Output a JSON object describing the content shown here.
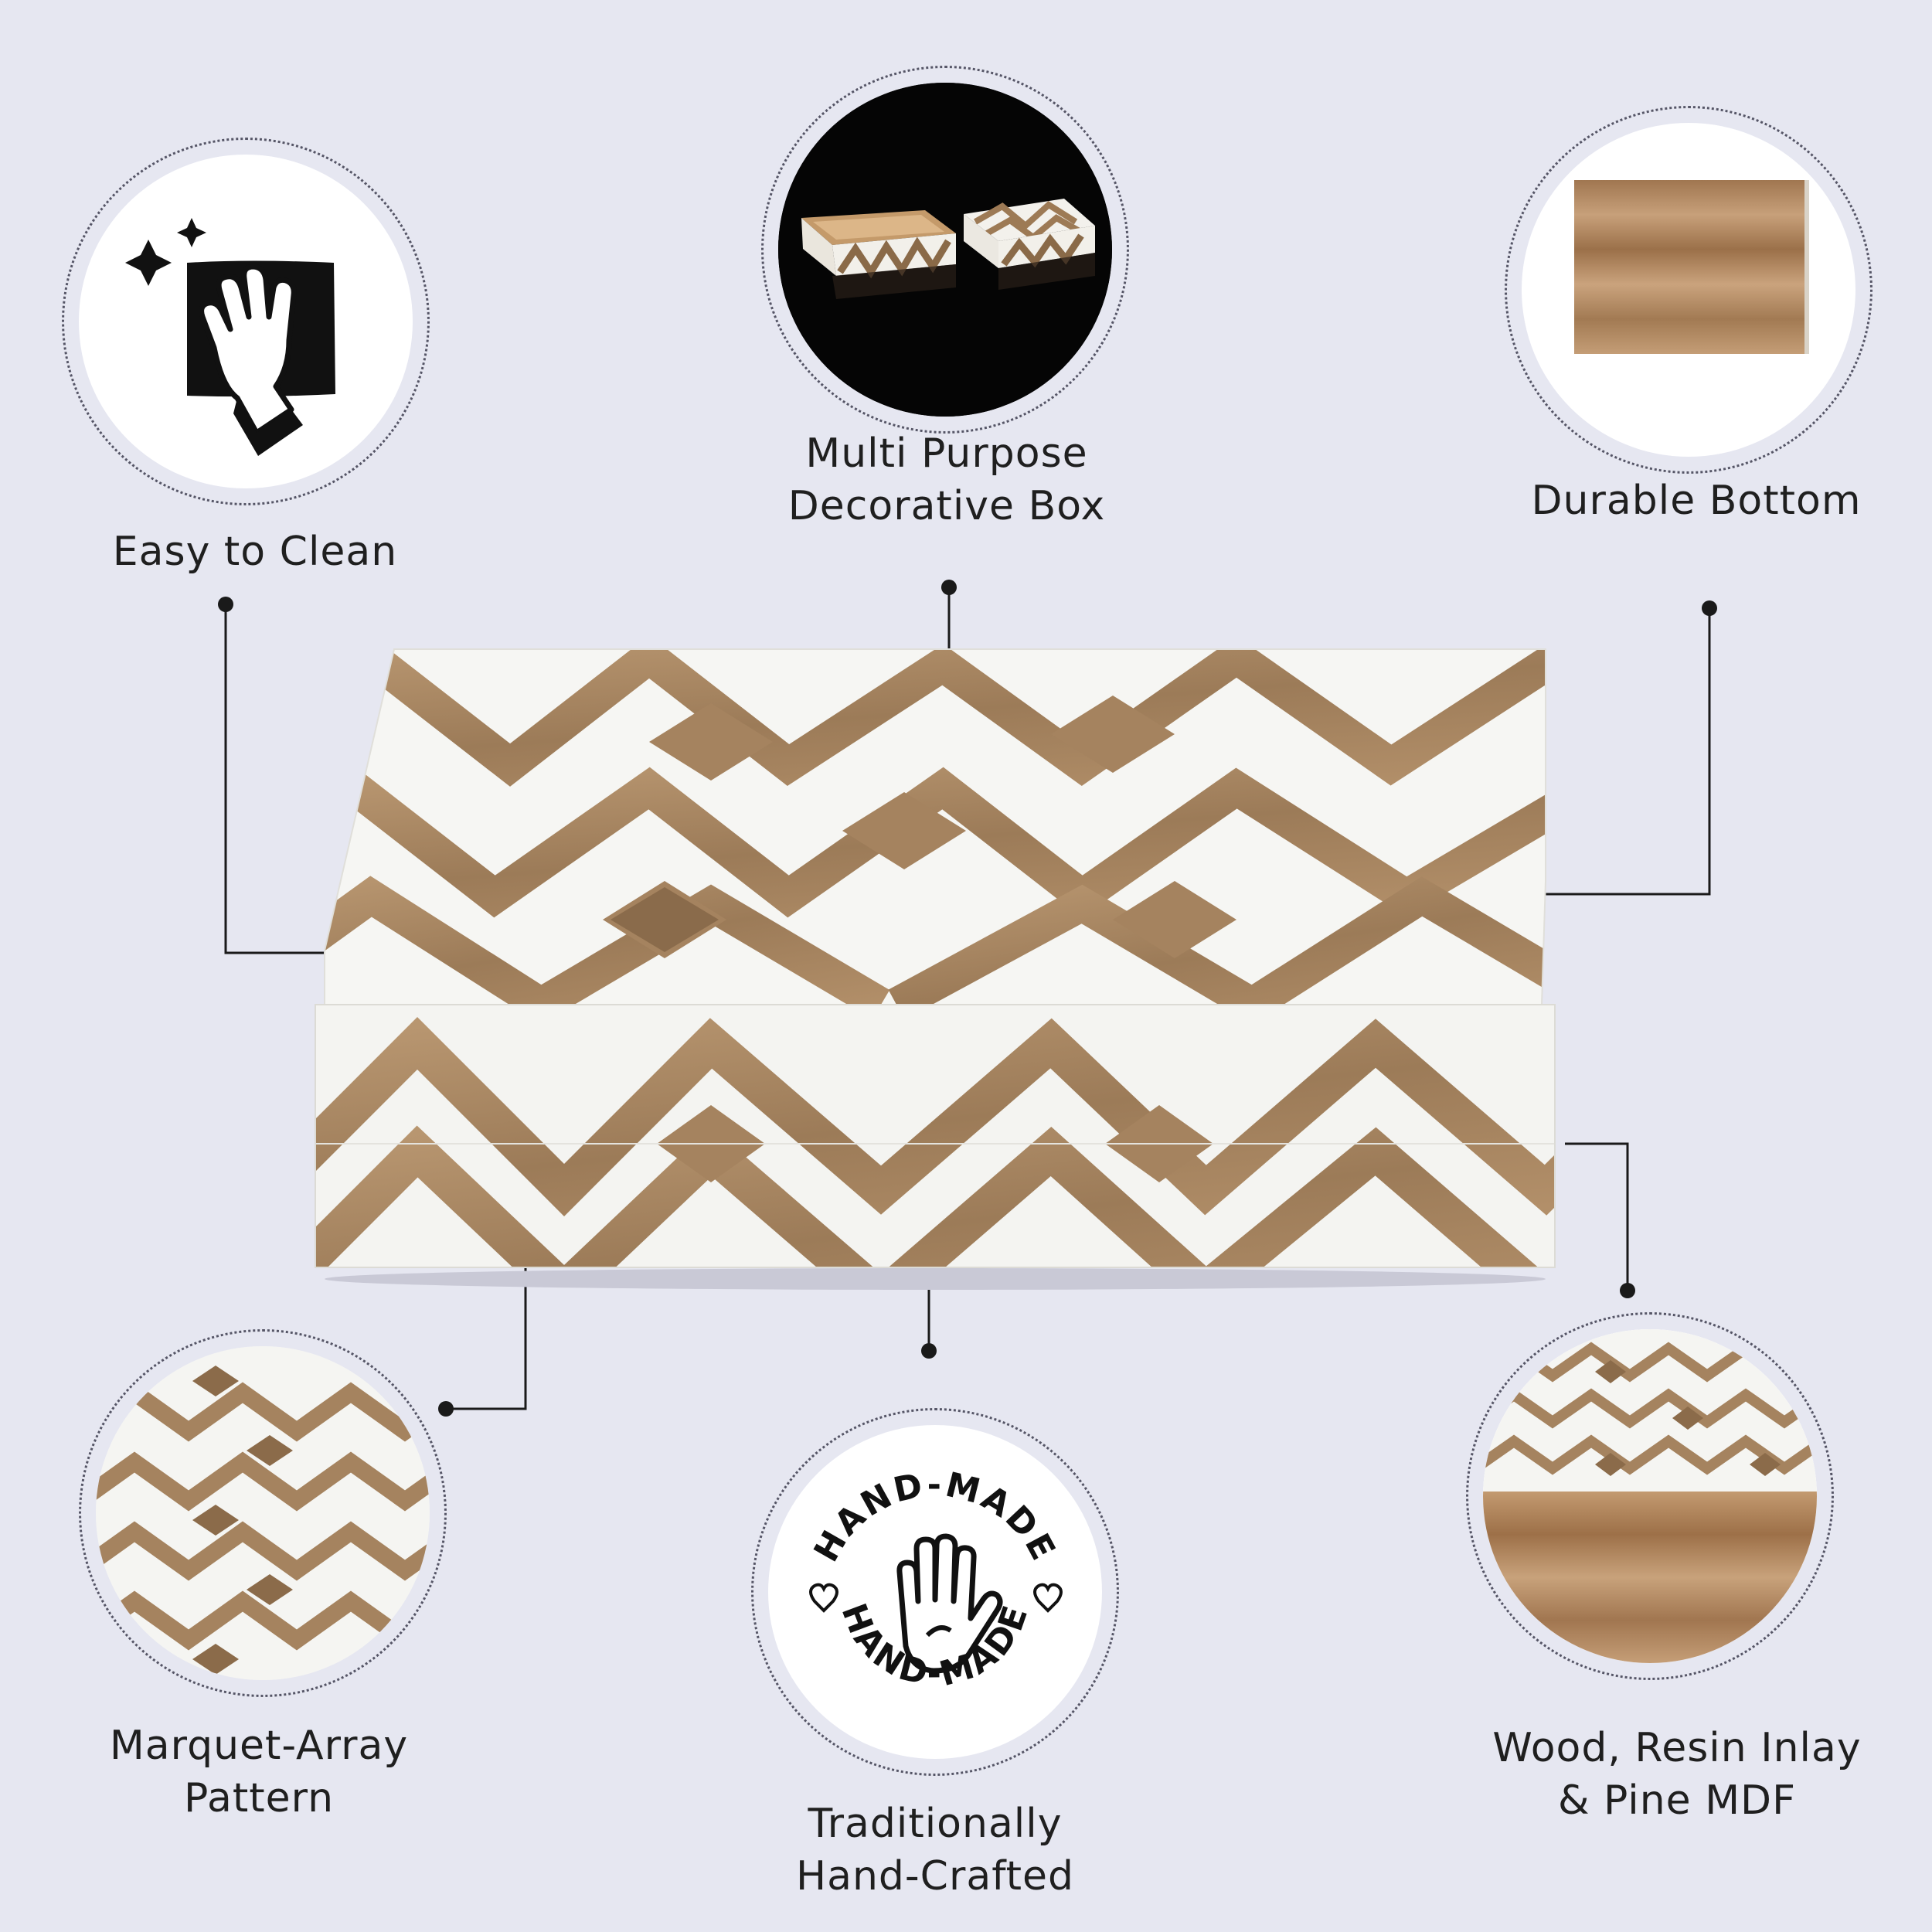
{
  "features": {
    "easy_clean": {
      "line1": "Easy to Clean",
      "icon": "hand-wiping-cloth-icon"
    },
    "multi_purpose": {
      "line1": "Multi Purpose",
      "line2": "Decorative Box",
      "icon": "open-box-photo"
    },
    "durable_bottom": {
      "line1": "Durable Bottom",
      "icon": "wood-bottom-photo"
    },
    "marquet": {
      "line1": "Marquet-Array",
      "line2": "Pattern",
      "icon": "pattern-closeup-photo"
    },
    "handcrafted": {
      "line1": "Traditionally",
      "line2": "Hand-Crafted",
      "icon": "handmade-stamp-icon",
      "stamp_top": "HAND-MADE",
      "stamp_bottom": "HAND-MADE"
    },
    "materials": {
      "line1": "Wood, Resin Inlay",
      "line2": "& Pine MDF",
      "icon": "inlay-edge-photo"
    }
  },
  "colors": {
    "background": "#e6e7f1",
    "wood": "#a98762",
    "wood_dark": "#7d6244",
    "resin": "#f7f7f5",
    "line": "#1a1a1a"
  }
}
